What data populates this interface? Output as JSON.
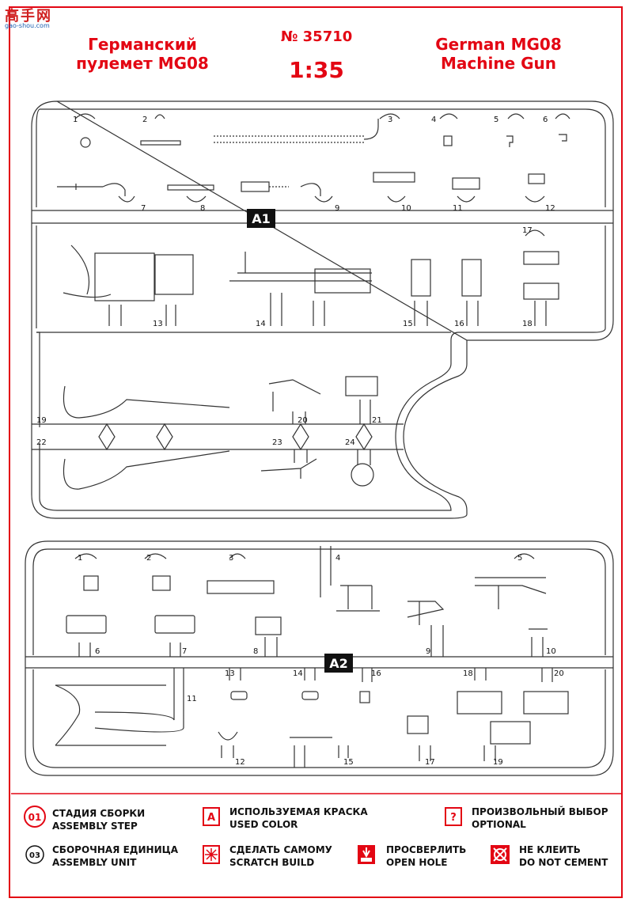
{
  "logo": {
    "glyphs": "高手网",
    "url": "gao-shou.com"
  },
  "header": {
    "title_ru_line1": "Германский",
    "title_ru_line2": "пулемет MG08",
    "catalog": "№ 35710",
    "scale": "1:35",
    "title_en_line1": "German MG08",
    "title_en_line2": "Machine Gun"
  },
  "sprue_a1": {
    "tag": "A1",
    "parts": [
      "1",
      "2",
      "3",
      "4",
      "5",
      "6",
      "7",
      "8",
      "9",
      "10",
      "11",
      "12",
      "13",
      "14",
      "15",
      "16",
      "17",
      "18",
      "19",
      "20",
      "21",
      "22",
      "23",
      "24"
    ]
  },
  "sprue_a2": {
    "tag": "A2",
    "parts": [
      "1",
      "2",
      "3",
      "4",
      "5",
      "6",
      "7",
      "8",
      "9",
      "10",
      "11",
      "12",
      "13",
      "14",
      "15",
      "16",
      "17",
      "18",
      "19",
      "20"
    ]
  },
  "legend": {
    "step_icon": "01",
    "step_ru": "СТАДИЯ СБОРКИ",
    "step_en": "ASSEMBLY STEP",
    "unit_icon": "03",
    "unit_ru": "СБОРОЧНАЯ ЕДИНИЦА",
    "unit_en": "ASSEMBLY UNIT",
    "color_icon": "A",
    "color_ru": "ИСПОЛЬЗУЕМАЯ КРАСКА",
    "color_en": "USED COLOR",
    "scratch_ru": "СДЕЛАТЬ САМОМУ",
    "scratch_en": "SCRATCH BUILD",
    "optional_icon": "?",
    "optional_ru": "ПРОИЗВОЛЬНЫЙ ВЫБОР",
    "optional_en": "OPTIONAL",
    "hole_ru": "ПРОСВЕРЛИТЬ",
    "hole_en": "OPEN HOLE",
    "cement_ru": "НЕ КЛЕИТЬ",
    "cement_en": "DO NOT CEMENT"
  },
  "colors": {
    "accent": "#e30613",
    "ink": "#111111"
  }
}
